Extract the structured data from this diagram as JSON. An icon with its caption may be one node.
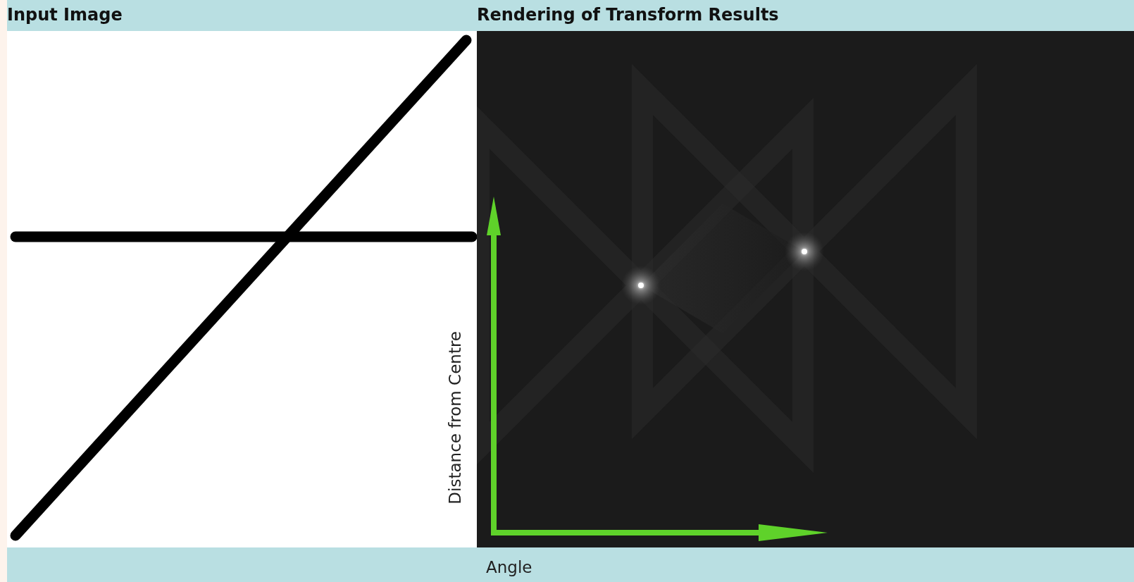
{
  "diagram": {
    "nodes": [
      {
        "text": [
          "Input Image"
        ]
      },
      {
        "text": [
          "Rendering of Transform Results"
        ]
      }
    ],
    "labels": [
      "Distance from Centre",
      "Angle"
    ]
  }
}
